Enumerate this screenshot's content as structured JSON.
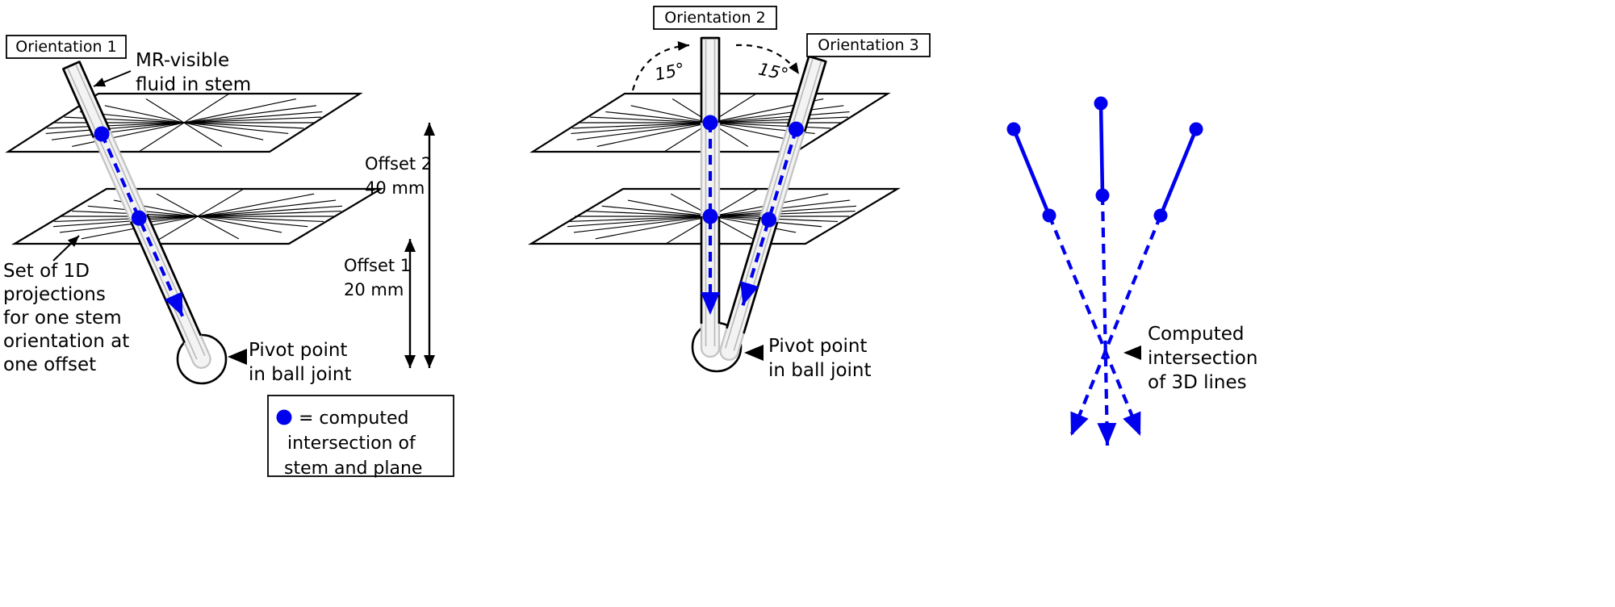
{
  "colors": {
    "accent_blue": "#0000ee",
    "ink": "#000000",
    "stem_faint_gray": "#c4c4c4"
  },
  "left_panel": {
    "orientation_label": "Orientation 1",
    "stem_note": {
      "line1": "MR-visible",
      "line2": "fluid in stem"
    },
    "offset2": {
      "line1": "Offset 2",
      "line2": "40 mm"
    },
    "offset1": {
      "line1": "Offset 1",
      "line2": "20 mm"
    },
    "projections_note": {
      "line1": "Set of 1D",
      "line2": "projections",
      "line3": "for one stem",
      "line4": "orientation at",
      "line5": "one offset"
    },
    "pivot_note": {
      "line1": "Pivot point",
      "line2": "in ball joint"
    },
    "legend": {
      "line1": "= computed",
      "line2": "intersection of",
      "line3": "stem and plane"
    }
  },
  "middle_panel": {
    "orientation2_label": "Orientation 2",
    "orientation3_label": "Orientation 3",
    "angle_left": "15°",
    "angle_right": "15°",
    "pivot_note": {
      "line1": "Pivot point",
      "line2": "in ball joint"
    }
  },
  "right_panel": {
    "intersection_note": {
      "line1": "Computed",
      "line2": "intersection",
      "line3": "of 3D lines"
    }
  }
}
